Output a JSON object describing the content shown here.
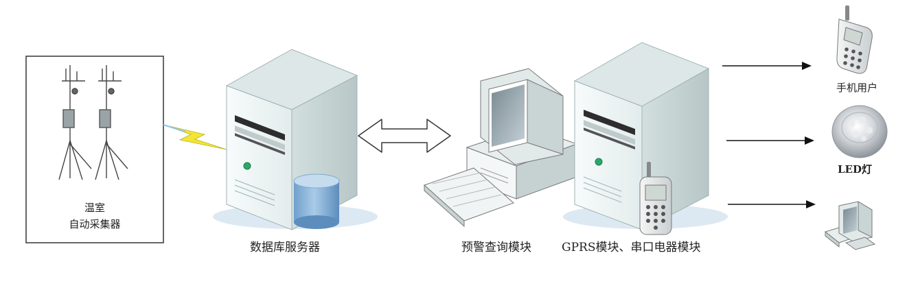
{
  "labels": {
    "greenhouse_line1": "温室",
    "greenhouse_line2": "自动采集器",
    "db_server": "数据库服务器",
    "query_module": "预警查询模块",
    "gprs_module": "GPRS模块、串口电器模块",
    "mobile_user": "手机用户",
    "led_light": "LED灯"
  },
  "colors": {
    "server_body": "#eef3f3",
    "server_side": "#c9d6d6",
    "server_top": "#dde7e7",
    "shadow": "#dce9f3",
    "db_cylinder": "#8cb6da",
    "db_cylinder_top": "#c5dcee",
    "wireless_bolt": "#f2e632",
    "power_led": "#2aa86a",
    "arrow": "#111111"
  },
  "icons": [
    "weather-station-icon",
    "lightning-icon",
    "server-icon",
    "database-icon",
    "double-arrow-icon",
    "computer-icon",
    "mobile-phone-icon",
    "led-light-icon",
    "pc-icon"
  ]
}
